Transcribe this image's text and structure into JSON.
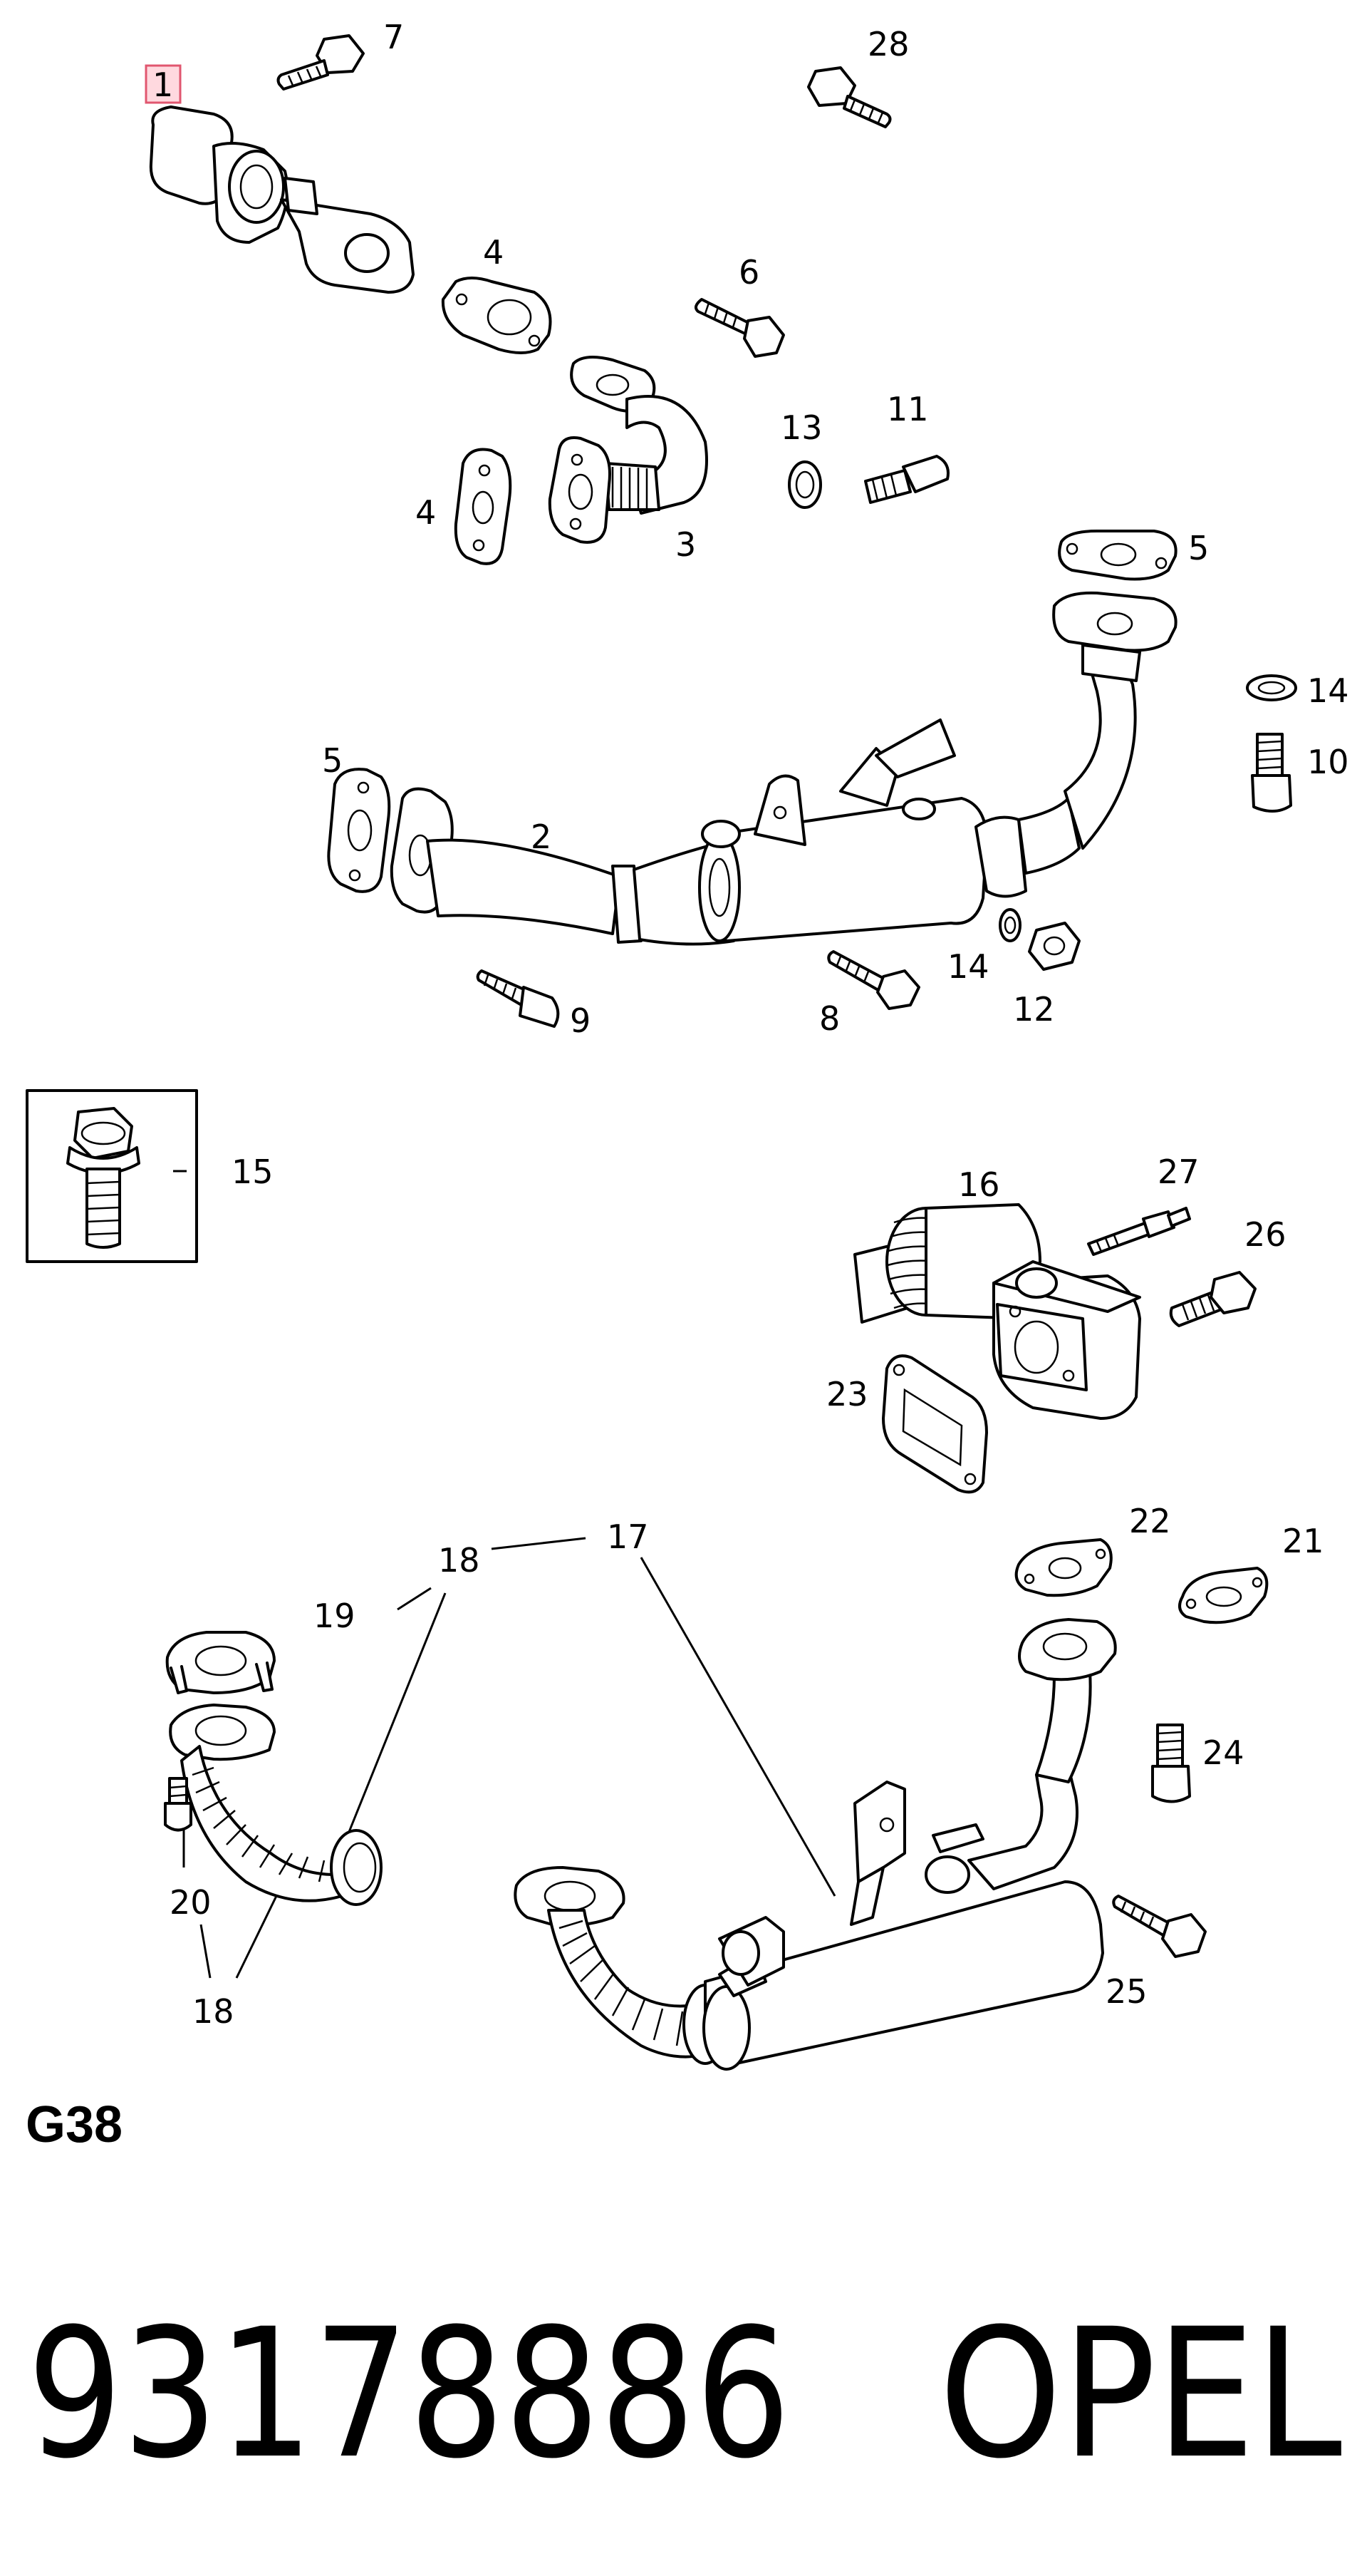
{
  "diagram": {
    "section_code": "G38",
    "part_number": "93178886",
    "brand": "OPEL",
    "highlighted_callout": "1",
    "callouts": [
      "1",
      "7",
      "28",
      "4",
      "6",
      "13",
      "11",
      "4",
      "3",
      "5",
      "14",
      "10",
      "5",
      "2",
      "14",
      "12",
      "9",
      "8",
      "15",
      "16",
      "27",
      "26",
      "23",
      "17",
      "18",
      "22",
      "21",
      "19",
      "24",
      "20",
      "25",
      "18"
    ]
  }
}
